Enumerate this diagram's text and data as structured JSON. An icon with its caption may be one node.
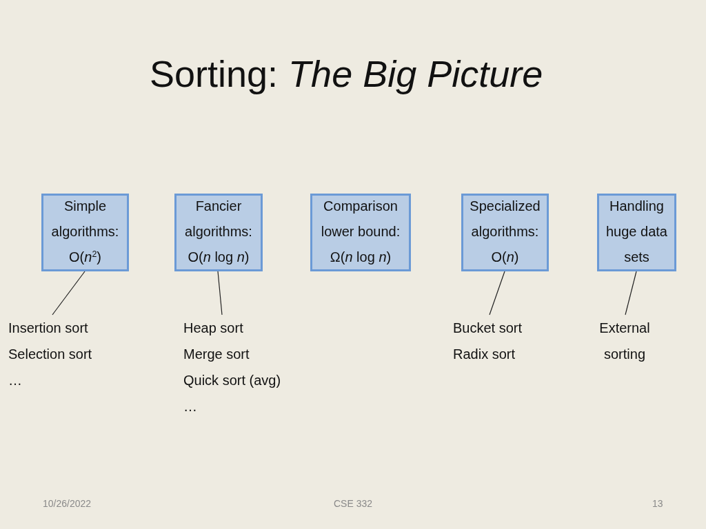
{
  "diagram": {
    "title": "Sorting: *The Big Picture*",
    "nodes": [
      {
        "text": [
          "Simple algorithms: O(*n*$^{2}$)"
        ]
      },
      {
        "text": [
          "Fancier algorithms: O(*n* log *n*)"
        ]
      },
      {
        "text": [
          "Comparison lower bound: Ω(*n* log *n*)"
        ]
      },
      {
        "text": [
          "Specialized algorithms: O(*n*)"
        ]
      },
      {
        "text": [
          "Handling huge data sets"
        ]
      },
      {
        "text": [
          "Insertion sort",
          "Selection sort",
          "…"
        ]
      },
      {
        "text": [
          "Heap sort",
          "Merge sort",
          "Quick sort (avg)",
          "…"
        ]
      },
      {
        "text": [
          "Bucket sort",
          "Radix sort"
        ]
      },
      {
        "text": [
          "External sorting"
        ]
      }
    ],
    "edges": [
      {
        "from": 0,
        "to": 5,
        "arrow": "none"
      },
      {
        "from": 1,
        "to": 6,
        "arrow": "none"
      },
      {
        "from": 3,
        "to": 7,
        "arrow": "none"
      },
      {
        "from": 4,
        "to": 8,
        "arrow": "none"
      }
    ],
    "labels": [
      "10/26/2022",
      "CSE 332",
      "13"
    ]
  }
}
